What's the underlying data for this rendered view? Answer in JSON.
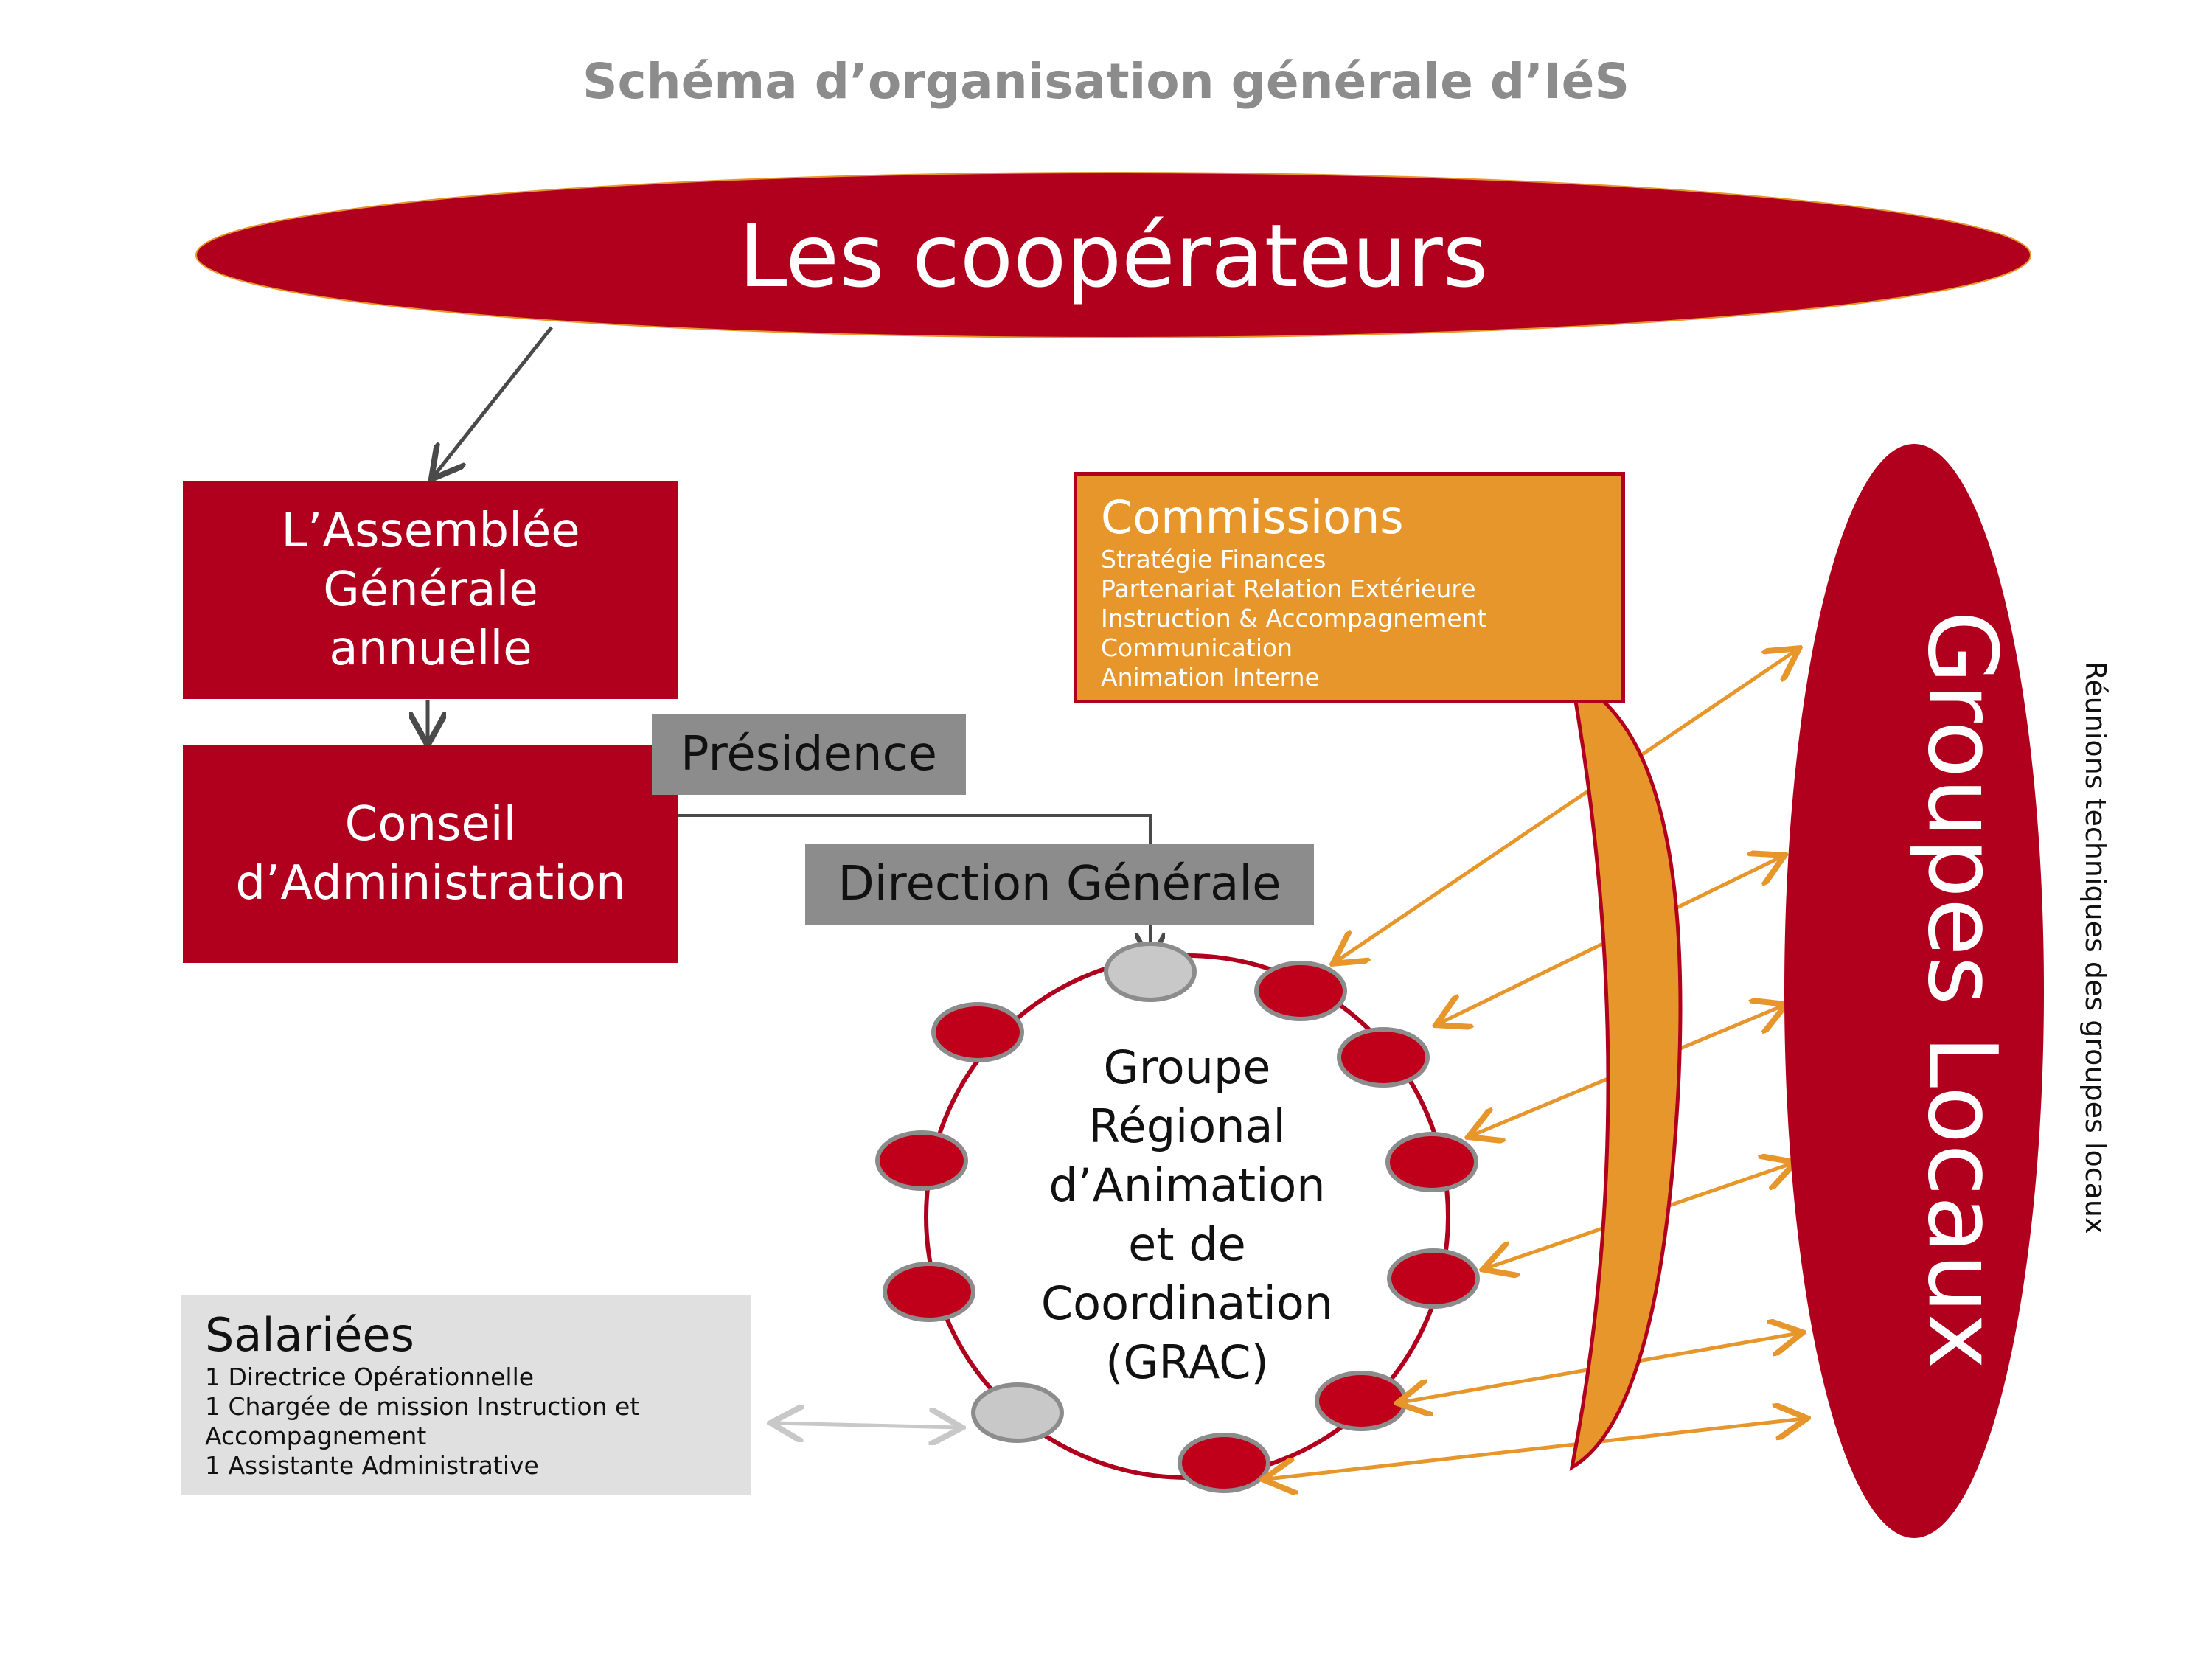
{
  "title": "Schéma d’organisation générale d’IéS",
  "cooperateurs": "Les coopérateurs",
  "assemblee": [
    "L’Assemblée",
    "Générale",
    "annuelle"
  ],
  "conseil": [
    "Conseil",
    "d’Administration"
  ],
  "presidence": "Présidence",
  "direction": "Direction Générale",
  "commissions": {
    "heading": "Commissions",
    "items": [
      "Stratégie Finances",
      "Partenariat Relation Extérieure",
      "Instruction & Accompagnement",
      "Communication",
      "Animation Interne"
    ]
  },
  "grac": [
    "Groupe",
    "Régional",
    "d’Animation",
    "et de",
    "Coordination",
    "(GRAC)"
  ],
  "salariees": {
    "heading": "Salariées",
    "items": [
      "1 Directrice Opérationnelle",
      "1 Chargée de mission Instruction et",
      "Accompagnement",
      "1 Assistante Administrative"
    ]
  },
  "groupes_locaux": "Groupes Locaux",
  "reunions": "Réunions techniques des groupes locaux",
  "colors": {
    "red": "#b0001e",
    "orange": "#e6962a",
    "grey": "#8c8c8c",
    "light_grey": "#e0e0e0"
  }
}
